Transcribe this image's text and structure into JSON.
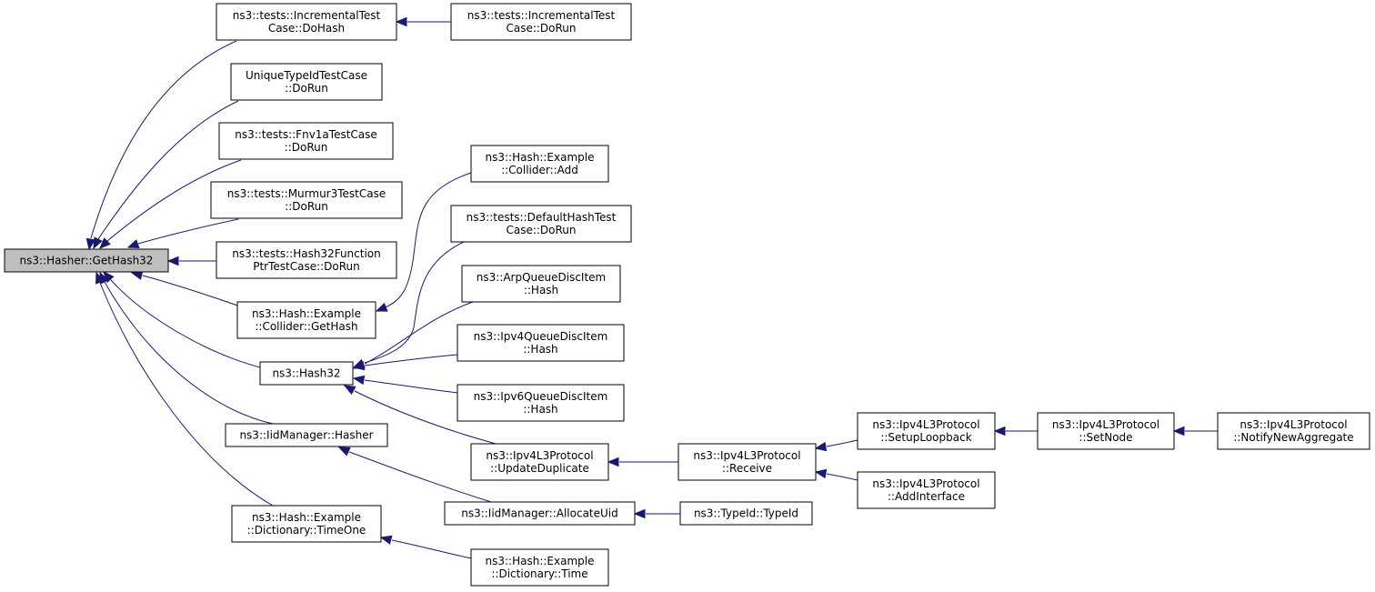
{
  "colors": {
    "edge": "#191970",
    "root_fill": "#bfbfbf",
    "node_fill": "#ffffff",
    "node_border": "#000000"
  },
  "nodes": [
    {
      "id": "gethash32",
      "lines": [
        "ns3::Hasher::GetHash32"
      ],
      "root": true
    },
    {
      "id": "inc_dohash",
      "lines": [
        "ns3::tests::IncrementalTest",
        "Case::DoHash"
      ]
    },
    {
      "id": "inc_dorun",
      "lines": [
        "ns3::tests::IncrementalTest",
        "Case::DoRun"
      ]
    },
    {
      "id": "unique_dorun",
      "lines": [
        "UniqueTypeIdTestCase",
        "::DoRun"
      ]
    },
    {
      "id": "fnv_dorun",
      "lines": [
        "ns3::tests::Fnv1aTestCase",
        "::DoRun"
      ]
    },
    {
      "id": "murmur_dorun",
      "lines": [
        "ns3::tests::Murmur3TestCase",
        "::DoRun"
      ]
    },
    {
      "id": "hash32fn_dorun",
      "lines": [
        "ns3::tests::Hash32Function",
        "PtrTestCase::DoRun"
      ]
    },
    {
      "id": "collider_gethash",
      "lines": [
        "ns3::Hash::Example",
        "::Collider::GetHash"
      ]
    },
    {
      "id": "collider_add",
      "lines": [
        "ns3::Hash::Example",
        "::Collider::Add"
      ]
    },
    {
      "id": "hash32",
      "lines": [
        "ns3::Hash32"
      ]
    },
    {
      "id": "default_dorun",
      "lines": [
        "ns3::tests::DefaultHashTest",
        "Case::DoRun"
      ]
    },
    {
      "id": "arp_hash",
      "lines": [
        "ns3::ArpQueueDiscItem",
        "::Hash"
      ]
    },
    {
      "id": "ipv4q_hash",
      "lines": [
        "ns3::Ipv4QueueDiscItem",
        "::Hash"
      ]
    },
    {
      "id": "ipv6q_hash",
      "lines": [
        "ns3::Ipv6QueueDiscItem",
        "::Hash"
      ]
    },
    {
      "id": "iid_hasher",
      "lines": [
        "ns3::IidManager::Hasher"
      ]
    },
    {
      "id": "update_dup",
      "lines": [
        "ns3::Ipv4L3Protocol",
        "::UpdateDuplicate"
      ]
    },
    {
      "id": "receive",
      "lines": [
        "ns3::Ipv4L3Protocol",
        "::Receive"
      ]
    },
    {
      "id": "setup_loopback",
      "lines": [
        "ns3::Ipv4L3Protocol",
        "::SetupLoopback"
      ]
    },
    {
      "id": "setnode",
      "lines": [
        "ns3::Ipv4L3Protocol",
        "::SetNode"
      ]
    },
    {
      "id": "notify",
      "lines": [
        "ns3::Ipv4L3Protocol",
        "::NotifyNewAggregate"
      ]
    },
    {
      "id": "add_iface",
      "lines": [
        "ns3::Ipv4L3Protocol",
        "::AddInterface"
      ]
    },
    {
      "id": "allocate_uid",
      "lines": [
        "ns3::IidManager::AllocateUid"
      ]
    },
    {
      "id": "typeid",
      "lines": [
        "ns3::TypeId::TypeId"
      ]
    },
    {
      "id": "dict_timeone",
      "lines": [
        "ns3::Hash::Example",
        "::Dictionary::TimeOne"
      ]
    },
    {
      "id": "dict_time",
      "lines": [
        "ns3::Hash::Example",
        "::Dictionary::Time"
      ]
    }
  ],
  "edges": [
    {
      "from": "inc_dohash",
      "to": "gethash32"
    },
    {
      "from": "unique_dorun",
      "to": "gethash32"
    },
    {
      "from": "fnv_dorun",
      "to": "gethash32"
    },
    {
      "from": "murmur_dorun",
      "to": "gethash32"
    },
    {
      "from": "hash32fn_dorun",
      "to": "gethash32"
    },
    {
      "from": "collider_gethash",
      "to": "gethash32"
    },
    {
      "from": "hash32",
      "to": "gethash32"
    },
    {
      "from": "iid_hasher",
      "to": "gethash32"
    },
    {
      "from": "dict_timeone",
      "to": "gethash32"
    },
    {
      "from": "inc_dorun",
      "to": "inc_dohash"
    },
    {
      "from": "collider_add",
      "to": "collider_gethash"
    },
    {
      "from": "default_dorun",
      "to": "hash32"
    },
    {
      "from": "arp_hash",
      "to": "hash32"
    },
    {
      "from": "ipv4q_hash",
      "to": "hash32"
    },
    {
      "from": "ipv6q_hash",
      "to": "hash32"
    },
    {
      "from": "update_dup",
      "to": "hash32"
    },
    {
      "from": "allocate_uid",
      "to": "iid_hasher"
    },
    {
      "from": "dict_time",
      "to": "dict_timeone"
    },
    {
      "from": "receive",
      "to": "update_dup"
    },
    {
      "from": "setup_loopback",
      "to": "receive"
    },
    {
      "from": "add_iface",
      "to": "receive"
    },
    {
      "from": "setnode",
      "to": "setup_loopback"
    },
    {
      "from": "notify",
      "to": "setnode"
    },
    {
      "from": "typeid",
      "to": "allocate_uid"
    }
  ]
}
